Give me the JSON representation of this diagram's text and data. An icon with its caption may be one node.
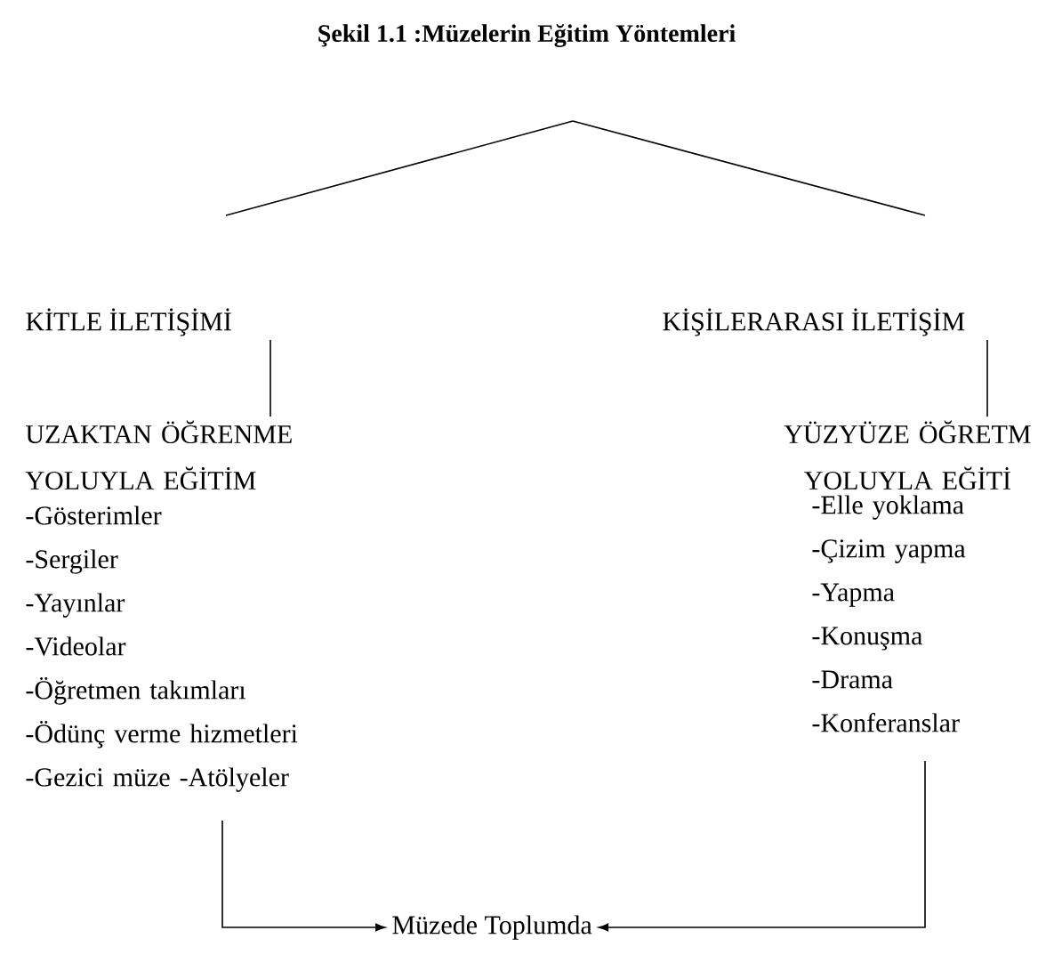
{
  "diagram": {
    "title": "Şekil 1.1 :Müzelerin Eğitim Yöntemleri",
    "nodes": [
      {
        "text": [
          "KİTLE İLETİŞİMİ"
        ]
      },
      {
        "text": [
          "KİŞİLERARASI İLETİŞİM"
        ]
      },
      {
        "text": [
          "UZAKTAN ÖĞRENME YOLUYLA EĞİTİM"
        ]
      },
      {
        "text": [
          "YÜZYÜZE ÖĞRETM YOLUYLA EĞİTİ"
        ]
      },
      {
        "text": [
          "-Gösterimler",
          "-Sergiler",
          "-Yayınlar",
          "-Videolar",
          "-Öğretmen takımları",
          "-Ödünç verme hizmetleri",
          "-Gezici müze -Atölyeler"
        ]
      },
      {
        "text": [
          "-Elle yoklama",
          "-Çizim yapma",
          "-Yapma",
          "-Konuşma",
          "-Drama",
          "-Konferanslar"
        ]
      },
      {
        "text": [
          "Müzede Toplumda"
        ]
      }
    ],
    "edges": [
      {
        "from": null,
        "to": 0,
        "arrow": "none"
      },
      {
        "from": null,
        "to": 1,
        "arrow": "none"
      },
      {
        "from": 0,
        "to": 2,
        "arrow": "none"
      },
      {
        "from": 1,
        "to": 3,
        "arrow": "none"
      },
      {
        "from": 4,
        "to": 6,
        "arrow": "to"
      },
      {
        "from": 5,
        "to": 6,
        "arrow": "to"
      }
    ]
  }
}
